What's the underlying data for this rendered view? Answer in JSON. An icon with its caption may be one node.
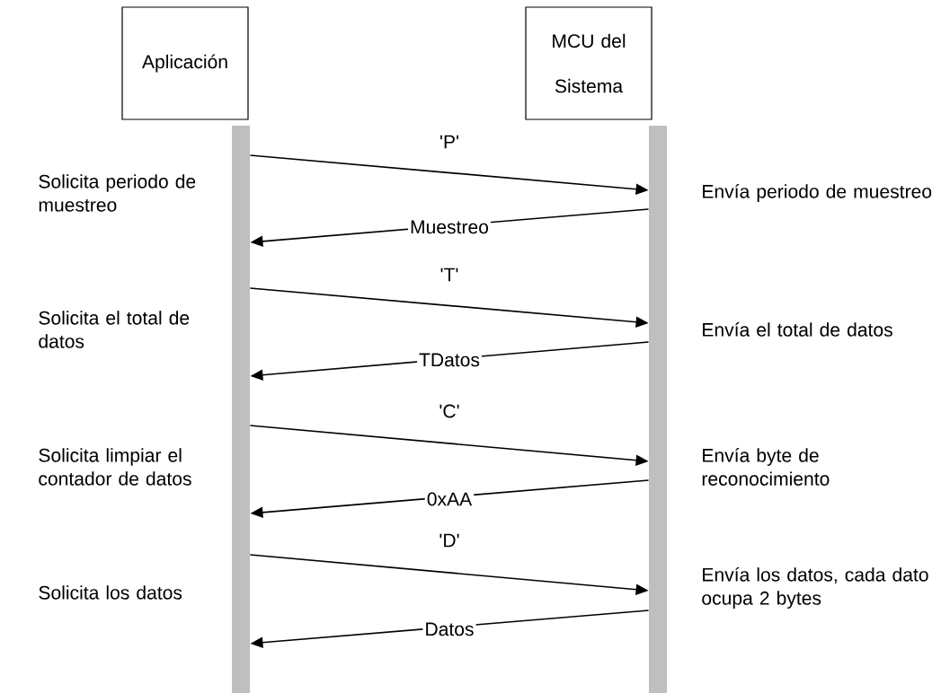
{
  "diagram": {
    "nodes": [
      {
        "text": [
          "Aplicación"
        ]
      },
      {
        "text": [
          "MCU del Sistema"
        ]
      },
      {
        "text": [],
        "shape": "bar"
      },
      {
        "text": [],
        "shape": "bar"
      }
    ],
    "edges": [
      {
        "from": 2,
        "to": 3,
        "arrow": "to",
        "label": "'P'"
      },
      {
        "from": 3,
        "to": 2,
        "arrow": "to",
        "label": "Muestreo"
      },
      {
        "from": 2,
        "to": 3,
        "arrow": "to",
        "label": "'T'"
      },
      {
        "from": 3,
        "to": 2,
        "arrow": "to",
        "label": "TDatos"
      },
      {
        "from": 2,
        "to": 3,
        "arrow": "to",
        "label": "'C'"
      },
      {
        "from": 3,
        "to": 2,
        "arrow": "to",
        "label": "0xAA"
      },
      {
        "from": 2,
        "to": 3,
        "arrow": "to",
        "label": "'D'"
      },
      {
        "from": 3,
        "to": 2,
        "arrow": "to",
        "label": "Datos"
      }
    ],
    "labels": [
      "Solicita periodo de muestreo",
      "Envía periodo de muestreo",
      "Solicita el total de datos",
      "Envía el total de datos",
      "Solicita limpiar el contador de datos",
      "Envía byte de reconocimiento",
      "Solicita los datos",
      "Envía los datos, cada dato ocupa 2 bytes"
    ]
  }
}
